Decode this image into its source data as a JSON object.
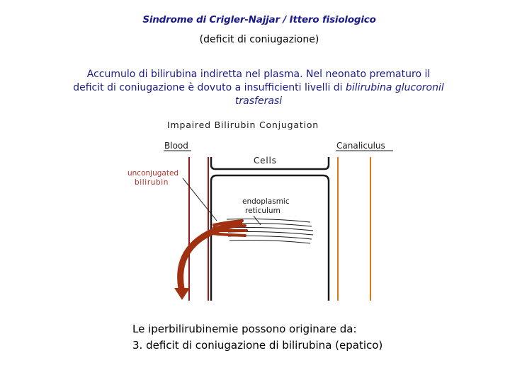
{
  "slide": {
    "title": "Sindrome di Crigler-Najjar / Ittero fisiologico",
    "subtitle": "(deficit di coniugazione)",
    "paragraph": {
      "text": "Accumulo di bilirubina indiretta nel plasma. Nel neonato prematuro il deficit di coniugazione è dovuto a insufficienti livelli di ",
      "italic": "bilirubina glucoronil trasferasi"
    },
    "bottom_line1": "Le iperbilirubinemie possono originare da:",
    "bottom_line2": "3. deficit di coniugazione di bilirubina  (epatico)"
  },
  "figure": {
    "heading": "Impaired Bilirubin Conjugation",
    "blood_label": "Blood",
    "canaliculus_label": "Canaliculus",
    "cells_label": "Cells",
    "unconjugated_line1": "unconjugated",
    "unconjugated_line2": "bilirubin",
    "er_line1": "endoplasmic",
    "er_line2": "reticulum",
    "colors": {
      "blood_line": "#a01818",
      "canaliculus_line": "#e07818",
      "arrow": "#a03010",
      "label": "#b83028",
      "text": "#1a1a1a"
    }
  }
}
